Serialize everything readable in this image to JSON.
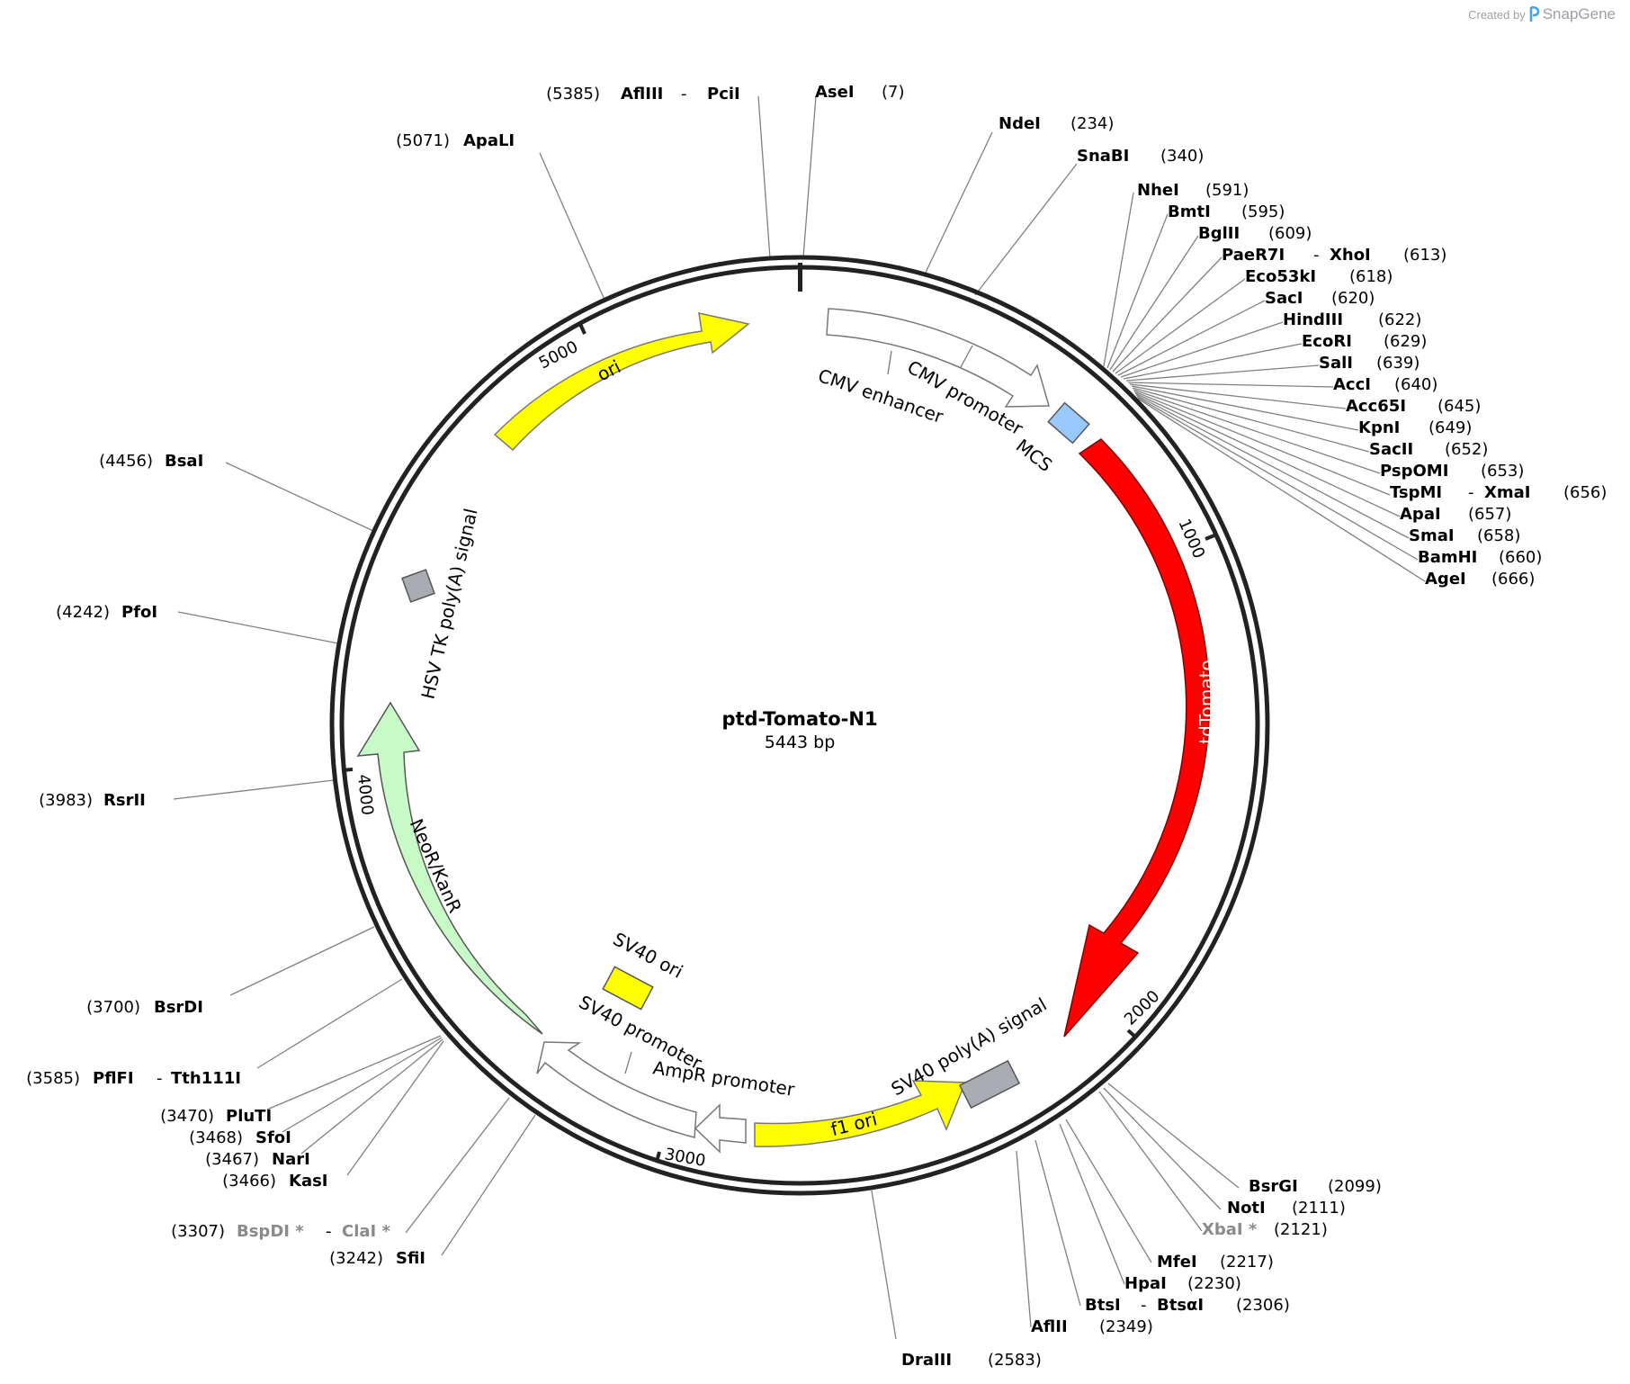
{
  "credit": {
    "created_by": "Created by",
    "brand": "SnapGene"
  },
  "plasmid": {
    "name": "ptd-Tomato-N1",
    "size": "5443 bp",
    "length_bp": 5443
  },
  "colors": {
    "backbone": "#222222",
    "tdTomato": "#ff0000",
    "ori": "#ffff00",
    "NeoR": "#c8fac8",
    "MCS": "#99c8ff",
    "signal": "#a9adb3",
    "promoter": "#ffffff"
  },
  "ticks": [
    {
      "pos": 1000,
      "label": "1000"
    },
    {
      "pos": 2000,
      "label": "2000"
    },
    {
      "pos": 3000,
      "label": "3000"
    },
    {
      "pos": 4000,
      "label": "4000"
    },
    {
      "pos": 5000,
      "label": "5000"
    }
  ],
  "features": [
    {
      "name": "tdTomato",
      "label": "tdTomato",
      "type": "arrow",
      "color": "#ff0000"
    },
    {
      "name": "ori",
      "label": "ori",
      "type": "arrow",
      "color": "#ffff00"
    },
    {
      "name": "f1 ori",
      "label": "f1 ori",
      "type": "arrow",
      "color": "#ffff00"
    },
    {
      "name": "NeoR/KanR",
      "label": "NeoR/KanR",
      "type": "arrow",
      "color": "#c8fac8"
    },
    {
      "name": "CMV enhancer",
      "label": "CMV enhancer",
      "type": "arrow",
      "color": "#ffffff"
    },
    {
      "name": "CMV promoter",
      "label": "CMV promoter",
      "type": "arrow",
      "color": "#ffffff"
    },
    {
      "name": "SV40 promoter",
      "label": "SV40 promoter",
      "type": "arrow",
      "color": "#ffffff"
    },
    {
      "name": "AmpR promoter",
      "label": "AmpR promoter",
      "type": "arrow",
      "color": "#ffffff"
    },
    {
      "name": "MCS",
      "label": "MCS",
      "type": "box",
      "color": "#99c8ff"
    },
    {
      "name": "SV40 ori",
      "label": "SV40 ori",
      "type": "box",
      "color": "#ffff00"
    },
    {
      "name": "SV40 poly(A) signal",
      "label": "SV40 poly(A) signal",
      "type": "box",
      "color": "#a9adb3"
    },
    {
      "name": "HSV TK poly(A) signal",
      "label": "HSV TK poly(A) signal",
      "type": "box",
      "color": "#a9adb3"
    }
  ],
  "sites": [
    {
      "label": "AflIII",
      "label2": "PciI",
      "pos": "(5385)",
      "side": "top-left"
    },
    {
      "label": "AseI",
      "pos": "(7)",
      "side": "top"
    },
    {
      "label": "ApaLI",
      "pos": "(5071)",
      "side": "top-left"
    },
    {
      "label": "NdeI",
      "pos": "(234)",
      "side": "right"
    },
    {
      "label": "SnaBI",
      "pos": "(340)",
      "side": "right"
    },
    {
      "label": "NheI",
      "pos": "(591)",
      "side": "right"
    },
    {
      "label": "BmtI",
      "pos": "(595)",
      "side": "right"
    },
    {
      "label": "BglII",
      "pos": "(609)",
      "side": "right"
    },
    {
      "label": "PaeR7I",
      "label2": "XhoI",
      "pos": "(613)",
      "side": "right"
    },
    {
      "label": "Eco53kI",
      "pos": "(618)",
      "side": "right"
    },
    {
      "label": "SacI",
      "pos": "(620)",
      "side": "right"
    },
    {
      "label": "HindIII",
      "pos": "(622)",
      "side": "right"
    },
    {
      "label": "EcoRI",
      "pos": "(629)",
      "side": "right"
    },
    {
      "label": "SalI",
      "pos": "(639)",
      "side": "right"
    },
    {
      "label": "AccI",
      "pos": "(640)",
      "side": "right"
    },
    {
      "label": "Acc65I",
      "pos": "(645)",
      "side": "right"
    },
    {
      "label": "KpnI",
      "pos": "(649)",
      "side": "right"
    },
    {
      "label": "SacII",
      "pos": "(652)",
      "side": "right"
    },
    {
      "label": "PspOMI",
      "pos": "(653)",
      "side": "right"
    },
    {
      "label": "TspMI",
      "label2": "XmaI",
      "pos": "(656)",
      "side": "right"
    },
    {
      "label": "ApaI",
      "pos": "(657)",
      "side": "right"
    },
    {
      "label": "SmaI",
      "pos": "(658)",
      "side": "right"
    },
    {
      "label": "BamHI",
      "pos": "(660)",
      "side": "right"
    },
    {
      "label": "AgeI",
      "pos": "(666)",
      "side": "right"
    },
    {
      "label": "BsrGI",
      "pos": "(2099)",
      "side": "right"
    },
    {
      "label": "NotI",
      "pos": "(2111)",
      "side": "right"
    },
    {
      "label": "XbaI *",
      "pos": "(2121)",
      "side": "right",
      "grey": true
    },
    {
      "label": "MfeI",
      "pos": "(2217)",
      "side": "right"
    },
    {
      "label": "HpaI",
      "pos": "(2230)",
      "side": "right"
    },
    {
      "label": "BtsI",
      "label2": "BtsαI",
      "pos": "(2306)",
      "side": "right"
    },
    {
      "label": "AflII",
      "pos": "(2349)",
      "side": "right"
    },
    {
      "label": "DraIII",
      "pos": "(2583)",
      "side": "right"
    },
    {
      "label": "BsaI",
      "pos": "(4456)",
      "side": "left"
    },
    {
      "label": "PfoI",
      "pos": "(4242)",
      "side": "left"
    },
    {
      "label": "RsrII",
      "pos": "(3983)",
      "side": "left"
    },
    {
      "label": "BsrDI",
      "pos": "(3700)",
      "side": "left"
    },
    {
      "label": "PflFI",
      "label2": "Tth111I",
      "pos": "(3585)",
      "side": "left"
    },
    {
      "label": "PluTI",
      "pos": "(3470)",
      "side": "left"
    },
    {
      "label": "SfoI",
      "pos": "(3468)",
      "side": "left"
    },
    {
      "label": "NarI",
      "pos": "(3467)",
      "side": "left"
    },
    {
      "label": "KasI",
      "pos": "(3466)",
      "side": "left"
    },
    {
      "label": "BspDI *",
      "label2": "ClaI *",
      "pos": "(3307)",
      "side": "left",
      "grey": true
    },
    {
      "label": "SfiI",
      "pos": "(3242)",
      "side": "left"
    }
  ]
}
